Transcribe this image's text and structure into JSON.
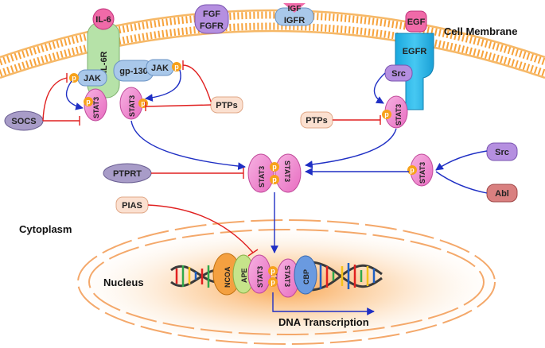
{
  "labels": {
    "cell_membrane": "Cell Membrane",
    "cytoplasm": "Cytoplasm",
    "nucleus": "Nucleus",
    "dna_transcription": "DNA Transcription"
  },
  "receptors": {
    "il6": "IL-6",
    "il6r": "IL-6R",
    "gp130": "gp-130",
    "jak": "JAK",
    "fgf": "FGF",
    "fgfr": "FGFR",
    "igf": "IGF",
    "igfr": "IGFR",
    "egf": "EGF",
    "egfr": "EGFR"
  },
  "proteins": {
    "stat3": "STAT3",
    "phospho": "p",
    "src": "Src",
    "abl": "Abl",
    "socs": "SOCS",
    "ptps": "PTPs",
    "ptprt": "PTPRT",
    "pias": "PIAS",
    "ncoa": "NCOA",
    "ape": "APE",
    "cbp": "CBP"
  },
  "colors": {
    "activation_arrow": "#1f2fc4",
    "inhibition_arrow": "#e02020",
    "stat3_fill": "#f08fd0",
    "phospho_fill": "#f7a21b",
    "membrane": "#f7a23a",
    "gp130_fill": "#a9c8ea",
    "il6r_fill": "#b6e2a8",
    "egfr_fill": "#27b8e8",
    "il6_fill": "#f06aa8",
    "src_fill": "#b58fe0",
    "abl_fill": "#d98080",
    "socs_fill": "#a89cc8",
    "ptps_fill": "#fbe0d0",
    "nucleus_glow": "#f9a24a"
  }
}
